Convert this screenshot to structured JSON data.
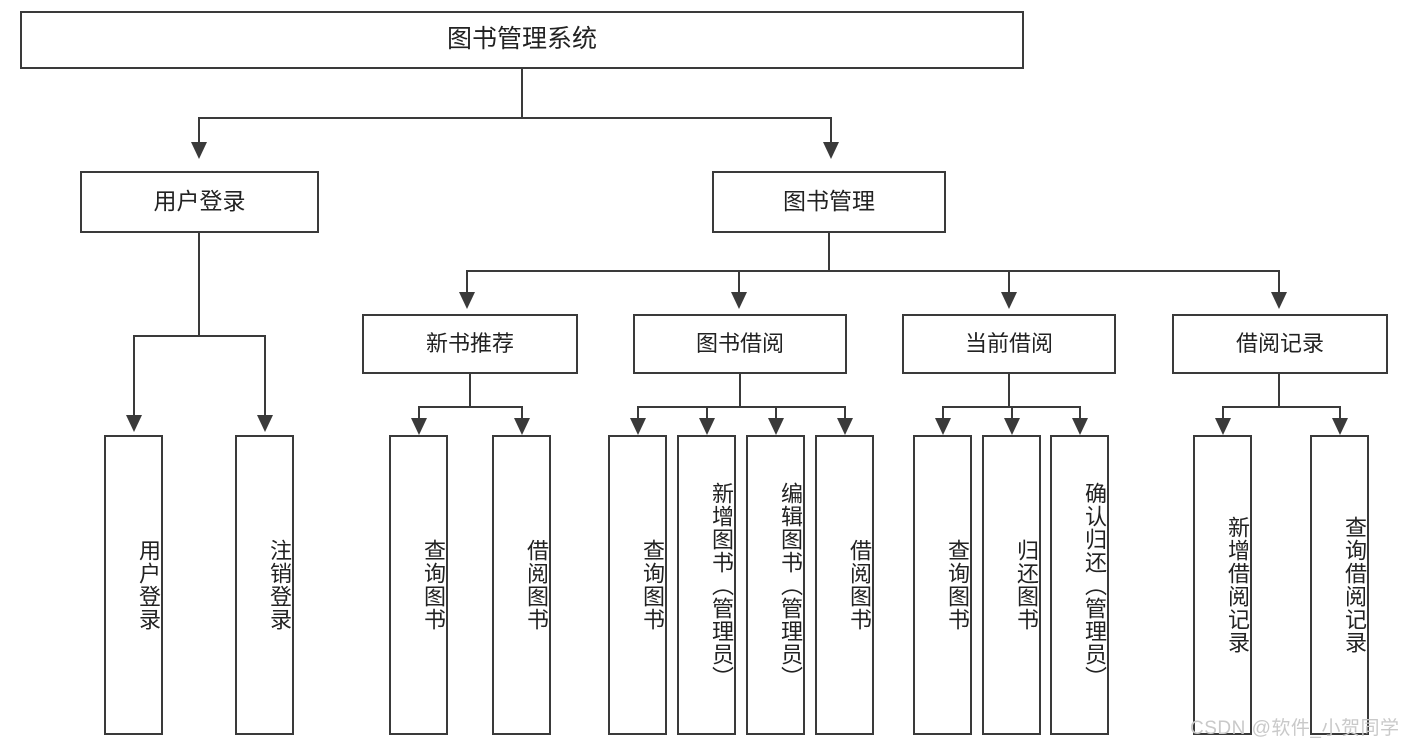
{
  "diagram": {
    "title": "图书管理系统",
    "type": "tree-hierarchy-chart",
    "colors": {
      "stroke": "#3a3a3a",
      "fill": "#ffffff",
      "text": "#222222",
      "watermark": "#c9c9c9"
    },
    "nodes": {
      "root": {
        "label": "图书管理系统"
      },
      "level2": [
        {
          "label": "用户登录"
        },
        {
          "label": "图书管理"
        }
      ],
      "level3": [
        {
          "label": "新书推荐"
        },
        {
          "label": "图书借阅"
        },
        {
          "label": "当前借阅"
        },
        {
          "label": "借阅记录"
        }
      ],
      "leaves": {
        "user_login": [
          {
            "label": "用户登录"
          },
          {
            "label": "注销登录"
          }
        ],
        "new_book_recommend": [
          {
            "label": "查询图书"
          },
          {
            "label": "借阅图书"
          }
        ],
        "book_borrow": [
          {
            "label": "查询图书"
          },
          {
            "label": "新增图书（管理员）"
          },
          {
            "label": "编辑图书（管理员）"
          },
          {
            "label": "借阅图书"
          }
        ],
        "current_borrow": [
          {
            "label": "查询图书"
          },
          {
            "label": "归还图书"
          },
          {
            "label": "确认归还（管理员）"
          }
        ],
        "borrow_record": [
          {
            "label": "新增借阅记录"
          },
          {
            "label": "查询借阅记录"
          }
        ]
      }
    },
    "watermark": "CSDN @软件_小贺同学"
  }
}
